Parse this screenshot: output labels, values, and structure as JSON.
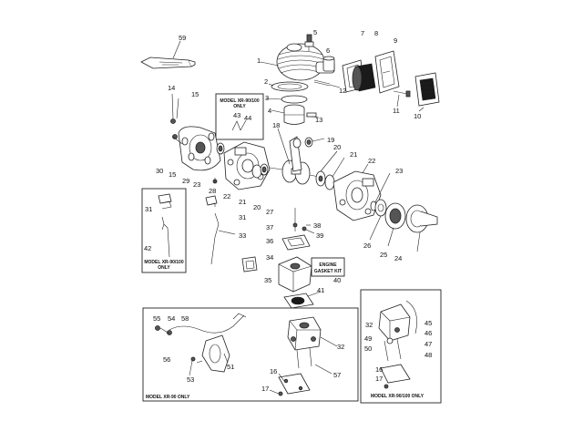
{
  "callouts": [
    {
      "id": "n59",
      "text": "59"
    },
    {
      "id": "n5",
      "text": "5"
    },
    {
      "id": "n1",
      "text": "1"
    },
    {
      "id": "n6",
      "text": "6"
    },
    {
      "id": "n7",
      "text": "7"
    },
    {
      "id": "n8",
      "text": "8"
    },
    {
      "id": "n9",
      "text": "9"
    },
    {
      "id": "n2",
      "text": "2"
    },
    {
      "id": "n12",
      "text": "12"
    },
    {
      "id": "n3",
      "text": "3"
    },
    {
      "id": "n4",
      "text": "4"
    },
    {
      "id": "n13",
      "text": "13"
    },
    {
      "id": "n11",
      "text": "11"
    },
    {
      "id": "n10",
      "text": "10"
    },
    {
      "id": "n14",
      "text": "14"
    },
    {
      "id": "n15a",
      "text": "15"
    },
    {
      "id": "n43",
      "text": "43"
    },
    {
      "id": "n44",
      "text": "44"
    },
    {
      "id": "n18",
      "text": "18"
    },
    {
      "id": "n19",
      "text": "19"
    },
    {
      "id": "n30",
      "text": "30"
    },
    {
      "id": "n15b",
      "text": "15"
    },
    {
      "id": "n29",
      "text": "29"
    },
    {
      "id": "n23a",
      "text": "23"
    },
    {
      "id": "n28",
      "text": "28"
    },
    {
      "id": "n22a",
      "text": "22"
    },
    {
      "id": "n21a",
      "text": "21"
    },
    {
      "id": "n20a",
      "text": "20"
    },
    {
      "id": "n27",
      "text": "27"
    },
    {
      "id": "n20b",
      "text": "20"
    },
    {
      "id": "n21b",
      "text": "21"
    },
    {
      "id": "n22b",
      "text": "22"
    },
    {
      "id": "n23b",
      "text": "23"
    },
    {
      "id": "n31a",
      "text": "31"
    },
    {
      "id": "n31b",
      "text": "31"
    },
    {
      "id": "n42",
      "text": "42"
    },
    {
      "id": "n37",
      "text": "37"
    },
    {
      "id": "n38",
      "text": "38"
    },
    {
      "id": "n39",
      "text": "39"
    },
    {
      "id": "n36",
      "text": "36"
    },
    {
      "id": "n33",
      "text": "33"
    },
    {
      "id": "n26",
      "text": "26"
    },
    {
      "id": "n25",
      "text": "25"
    },
    {
      "id": "n24",
      "text": "24"
    },
    {
      "id": "n34",
      "text": "34"
    },
    {
      "id": "n35",
      "text": "35"
    },
    {
      "id": "n40",
      "text": "40"
    },
    {
      "id": "n41",
      "text": "41"
    },
    {
      "id": "n55",
      "text": "55"
    },
    {
      "id": "n54",
      "text": "54"
    },
    {
      "id": "n58",
      "text": "58"
    },
    {
      "id": "n56",
      "text": "56"
    },
    {
      "id": "n51",
      "text": "51"
    },
    {
      "id": "n53",
      "text": "53"
    },
    {
      "id": "n32a",
      "text": "32"
    },
    {
      "id": "n16a",
      "text": "16"
    },
    {
      "id": "n57",
      "text": "57"
    },
    {
      "id": "n17a",
      "text": "17"
    },
    {
      "id": "n32b",
      "text": "32"
    },
    {
      "id": "n45",
      "text": "45"
    },
    {
      "id": "n46",
      "text": "46"
    },
    {
      "id": "n49",
      "text": "49"
    },
    {
      "id": "n47",
      "text": "47"
    },
    {
      "id": "n50",
      "text": "50"
    },
    {
      "id": "n48",
      "text": "48"
    },
    {
      "id": "n16b",
      "text": "16"
    },
    {
      "id": "n17b",
      "text": "17"
    }
  ],
  "boxes": {
    "model_top": [
      "MODEL XR-90/100",
      "ONLY"
    ],
    "model_left": [
      "MODEL XR-90/100",
      "ONLY"
    ],
    "model_bottom_left": "MODEL XR-90 ONLY",
    "model_bottom_right": "MODEL XR-90/100 ONLY"
  },
  "gasket_kit": [
    "ENGINE",
    "GASKET KIT"
  ]
}
